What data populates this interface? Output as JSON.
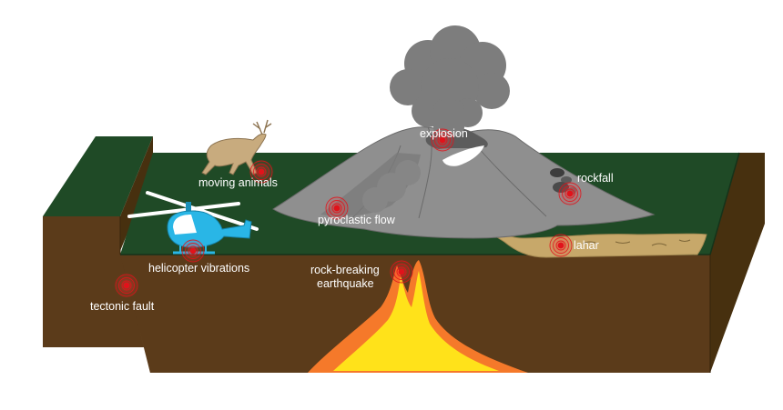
{
  "labels": {
    "explosion": "explosion",
    "rockfall": "rockfall",
    "moving_animals": "moving animals",
    "pyroclastic_flow": "pyroclastic flow",
    "lahar": "lahar",
    "helicopter_vibrations": "helicopter vibrations",
    "rock_breaking_line1": "rock-breaking",
    "rock_breaking_line2": "earthquake",
    "tectonic_fault": "tectonic fault"
  },
  "colors": {
    "grass": "#1f4a26",
    "soil_front": "#5b3b1a",
    "soil_side": "#47300f",
    "volcano": "#8f8f8f",
    "ash": "#7d7d7d",
    "magma_outer": "#f5792a",
    "magma_inner": "#ffe21a",
    "lahar": "#c7a86a",
    "helicopter": "#29b6e6",
    "signal": "#e0131b"
  },
  "icons": [
    "deer-icon",
    "helicopter-icon",
    "volcano-icon",
    "ash-plume-icon",
    "magma-icon",
    "signal-source-icon"
  ]
}
